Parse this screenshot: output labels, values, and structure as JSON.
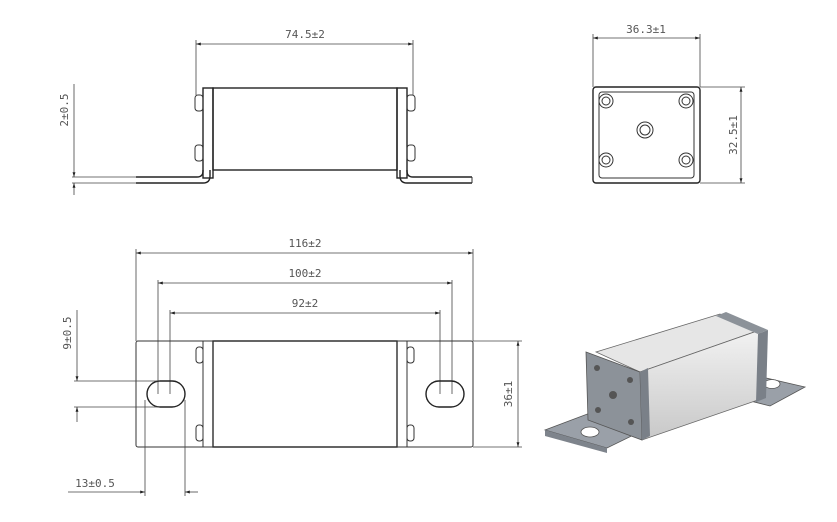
{
  "dimensions": {
    "top_view": {
      "width": "74.5±2",
      "thickness": "2±0.5"
    },
    "end_view": {
      "width": "36.3±1",
      "height": "32.5±1"
    },
    "bottom_view": {
      "overall_length": "116±2",
      "slot_outer": "100±2",
      "slot_inner": "92±2",
      "plate_width": "36±1",
      "slot_width": "9±0.5",
      "slot_length": "13±0.5"
    }
  },
  "colors": {
    "line": "#333333",
    "dimension_text": "#555555",
    "iso_body": "#d8d8d8",
    "iso_plate": "#9aa0a8"
  }
}
